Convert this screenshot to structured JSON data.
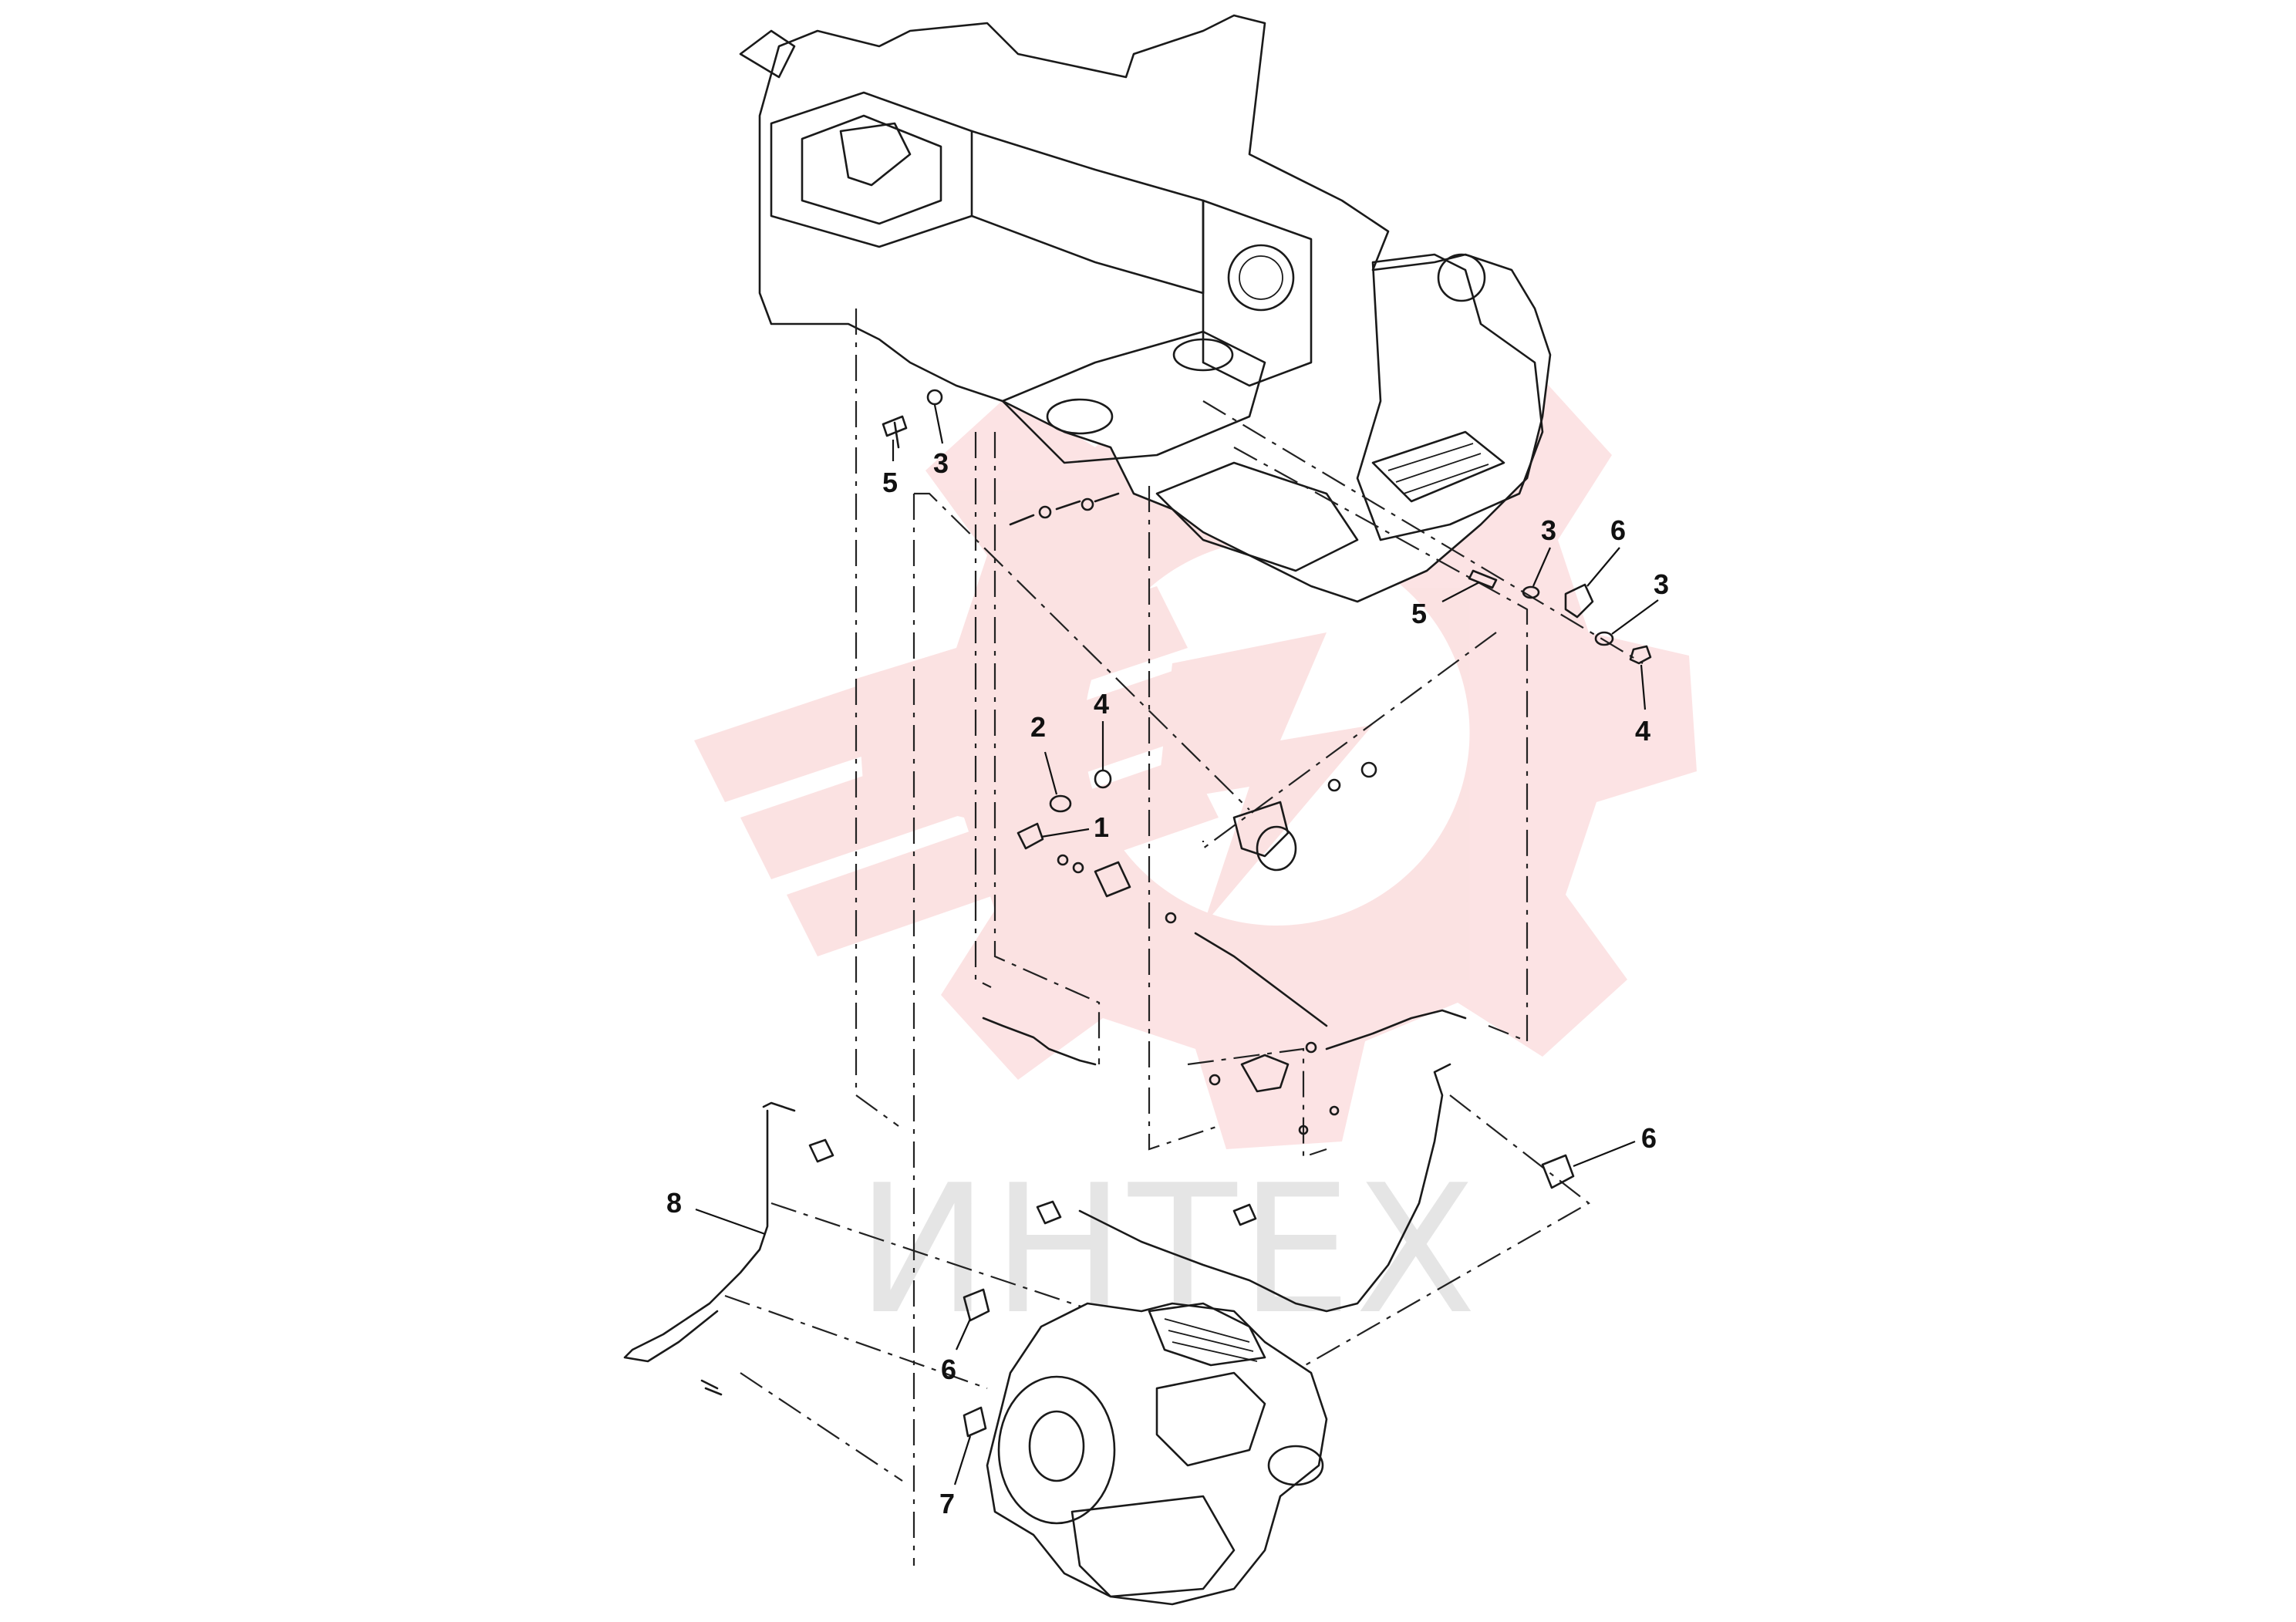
{
  "watermark": {
    "text": "ИНТЕХ",
    "color": "#e8262b"
  },
  "callouts": [
    {
      "id": "c5a",
      "label": "5"
    },
    {
      "id": "c3a",
      "label": "3"
    },
    {
      "id": "c3b",
      "label": "3"
    },
    {
      "id": "c6a",
      "label": "6"
    },
    {
      "id": "c3c",
      "label": "3"
    },
    {
      "id": "c5b",
      "label": "5"
    },
    {
      "id": "c4a",
      "label": "4"
    },
    {
      "id": "c2",
      "label": "2"
    },
    {
      "id": "c4b",
      "label": "4"
    },
    {
      "id": "c1",
      "label": "1"
    },
    {
      "id": "c6b",
      "label": "6"
    },
    {
      "id": "c8",
      "label": "8"
    },
    {
      "id": "c6c",
      "label": "6"
    },
    {
      "id": "c7",
      "label": "7"
    }
  ]
}
